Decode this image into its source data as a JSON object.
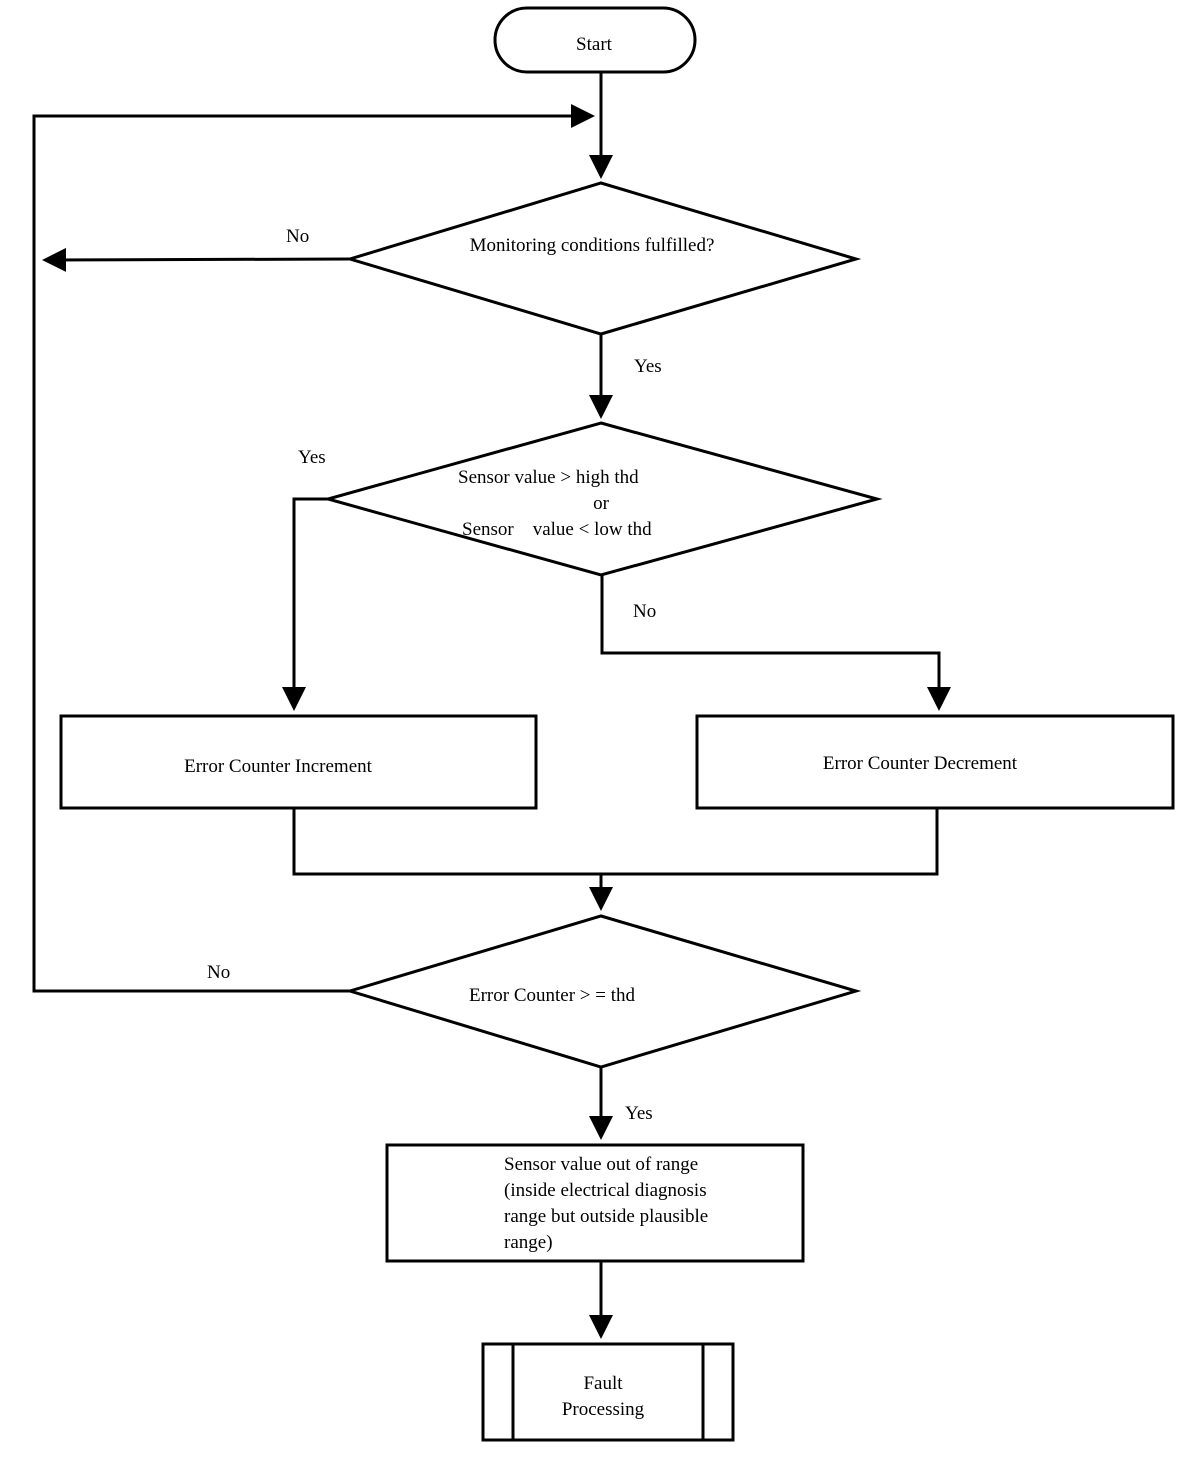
{
  "diagram": {
    "start": "Start",
    "decision_monitoring": "Monitoring  conditions fulfilled?",
    "decision_monitoring_no": "No",
    "decision_monitoring_yes": "Yes",
    "decision_threshold_line1": "Sensor value > high thd",
    "decision_threshold_line2": "or",
    "decision_threshold_line3": "Sensor    value < low thd",
    "decision_threshold_yes": "Yes",
    "decision_threshold_no": "No",
    "increment": "Error Counter Increment",
    "decrement": "Error Counter Decrement",
    "decision_counter": "Error Counter > = thd",
    "decision_counter_no": "No",
    "decision_counter_yes": "Yes",
    "out_of_range_line1": "Sensor value out of range",
    "out_of_range_line2": "(inside electrical diagnosis",
    "out_of_range_line3": "range but outside plausible",
    "out_of_range_line4": "range)",
    "fault_line1": "Fault",
    "fault_line2": "Processing"
  }
}
